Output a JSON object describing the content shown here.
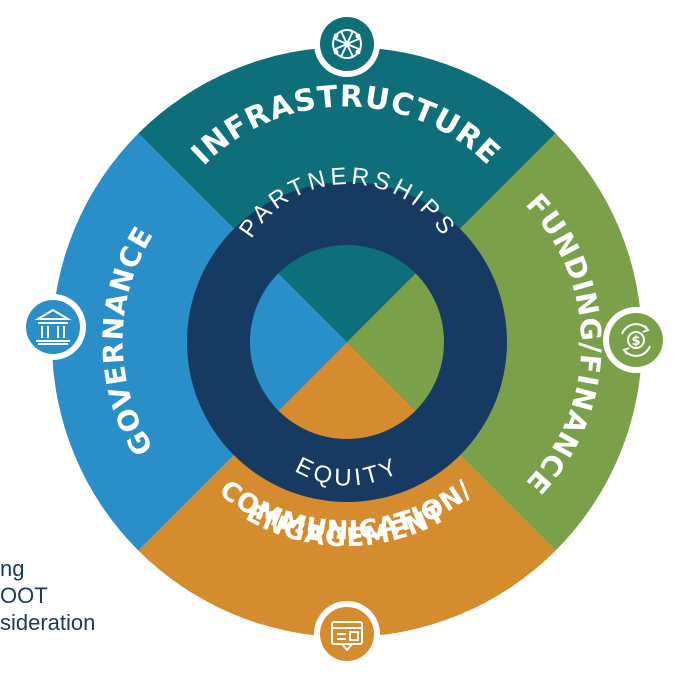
{
  "diagram": {
    "segments": [
      {
        "id": "infrastructure",
        "label": "INFRASTRUCTURE",
        "color": "#0e6e79",
        "icon": "network-globe-icon"
      },
      {
        "id": "funding",
        "label": "FUNDING/FINANCE",
        "color": "#7aa04a",
        "icon": "dollar-cycle-icon"
      },
      {
        "id": "communication",
        "label_line1": "COMMUNICATION/",
        "label_line2": "ENGAGEMENT",
        "color": "#d48c2e",
        "icon": "message-screen-icon"
      },
      {
        "id": "governance",
        "label": "GOVERNANCE",
        "color": "#2a8ec8",
        "icon": "courthouse-icon"
      }
    ],
    "ring": {
      "top_label": "PARTNERSHIPS",
      "bottom_label": "EQUITY",
      "color": "#173a63"
    }
  },
  "side_text": {
    "line1": "ng",
    "line2": "OOT",
    "line3": "sideration"
  }
}
